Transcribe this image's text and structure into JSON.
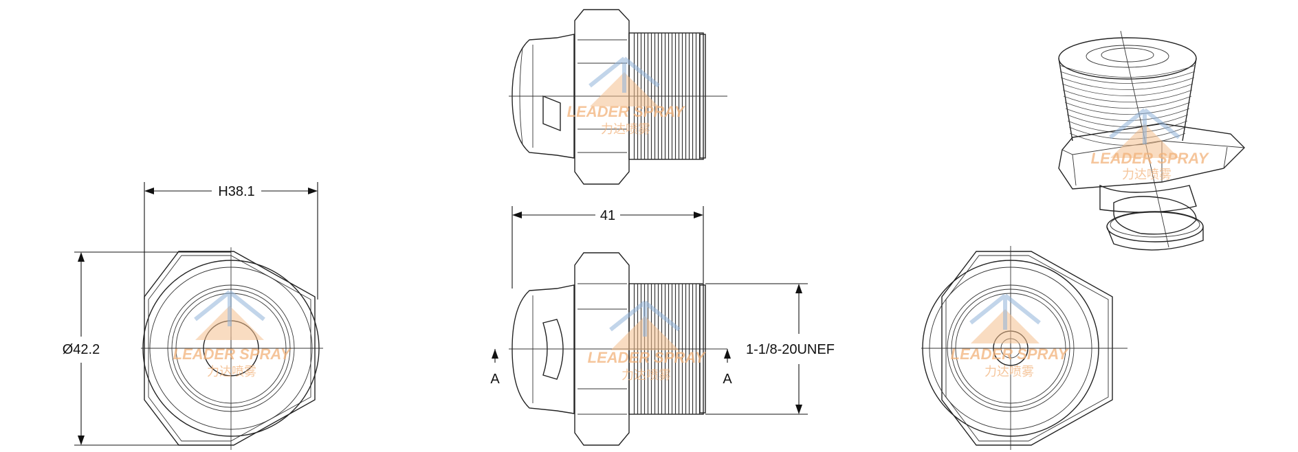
{
  "drawing": {
    "hex_width": "H38.1",
    "flange_diameter": "Ø42.2",
    "overall_length": "41",
    "thread_spec": "1-1/8-20UNEF",
    "section_left": "A",
    "section_right": "A"
  },
  "watermark": {
    "brand_en": "LEADER SPRAY",
    "brand_cn": "力达喷雾"
  },
  "colors": {
    "line": "#222222",
    "watermark_orange": "#f2b27a",
    "watermark_blue": "#8fb2d8"
  }
}
